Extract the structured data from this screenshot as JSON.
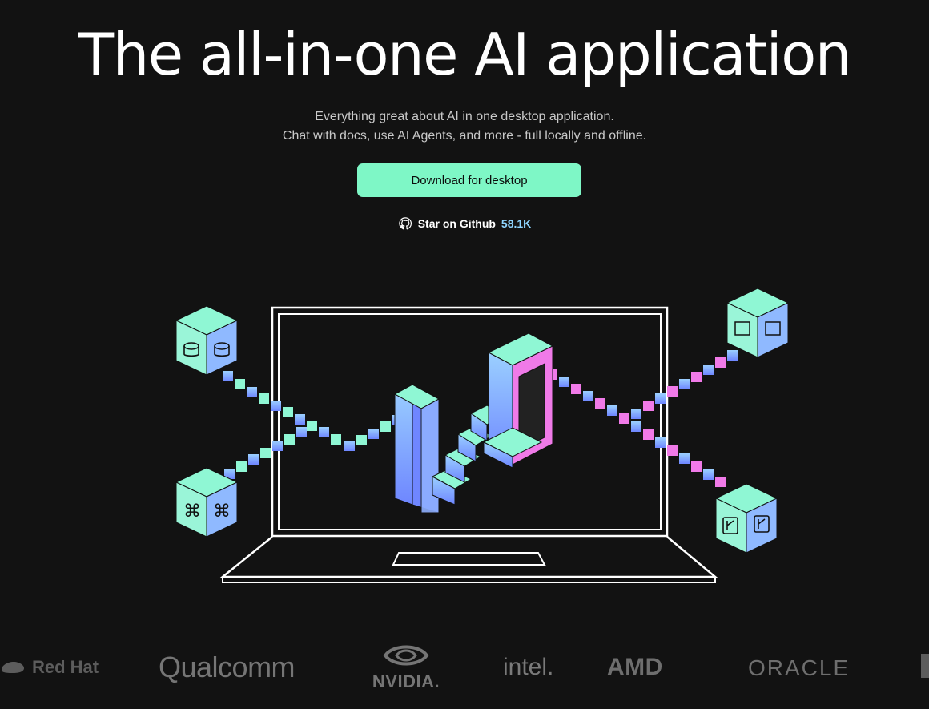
{
  "hero": {
    "title": "The all-in-one AI application",
    "subtitle_line1": "Everything great about AI in one desktop application.",
    "subtitle_line2": "Chat with docs, use AI Agents, and more - full locally and offline.",
    "cta_label": "Download for desktop"
  },
  "github": {
    "label": "Star on Github",
    "count": "58.1K",
    "icon": "github-icon"
  },
  "illustration": {
    "icons": [
      "database-icon",
      "command-key-icon",
      "document-icon",
      "git-branch-icon"
    ]
  },
  "logos": [
    {
      "name": "Red Hat"
    },
    {
      "name": "Qualcomm"
    },
    {
      "name": "NVIDIA."
    },
    {
      "name": "intel."
    },
    {
      "name": "AMD"
    },
    {
      "name": "ORACLE"
    }
  ],
  "colors": {
    "background": "#121212",
    "accent_mint": "#7ef7c6",
    "accent_blue": "#8fb9ff",
    "accent_pink": "#f07ae8",
    "count_blue": "#8fd5ff"
  }
}
